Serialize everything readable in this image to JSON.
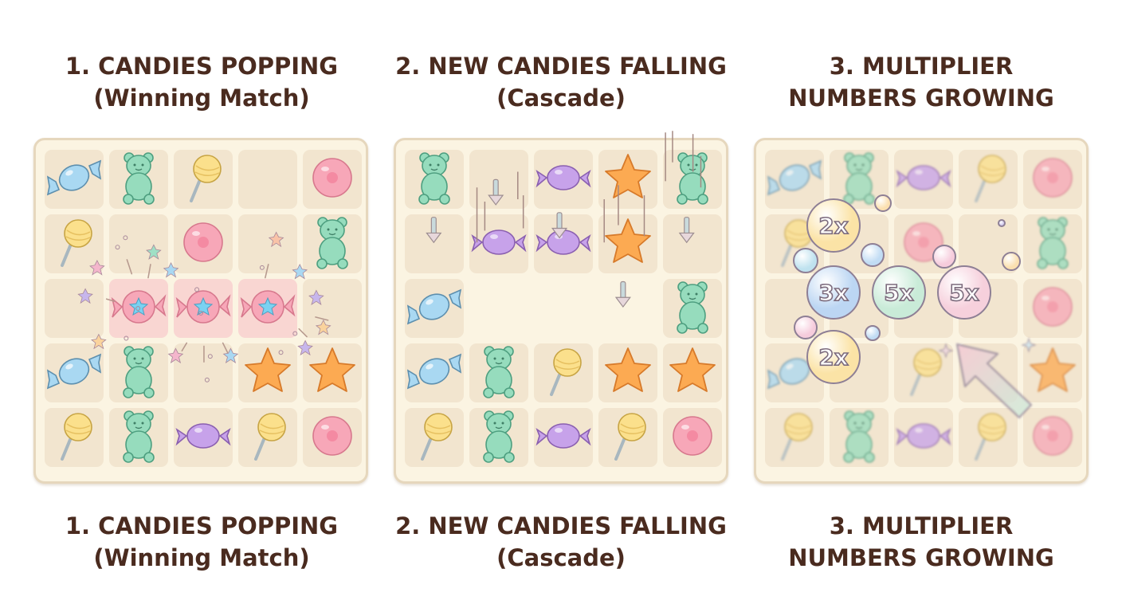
{
  "panels": [
    {
      "title_line1": "1. CANDIES POPPING",
      "title_line2": "(Winning Match)",
      "caption_line1": "1. CANDIES POPPING",
      "caption_line2": "(Winning Match)",
      "grid": [
        [
          "blue-wrapped",
          "green-bear",
          "yellow-lollipop",
          "empty",
          "pink-round"
        ],
        [
          "yellow-lollipop",
          "empty",
          "pink-round",
          "empty",
          "green-bear"
        ],
        [
          "empty",
          "pink-star-wrapped",
          "pink-star-wrapped",
          "pink-star-wrapped",
          "empty"
        ],
        [
          "blue-wrapped",
          "green-bear",
          "empty",
          "orange-star",
          "orange-star"
        ],
        [
          "yellow-lollipop",
          "green-bear",
          "purple-wrapped",
          "yellow-lollipop",
          "pink-round"
        ]
      ],
      "effect": "pop-burst"
    },
    {
      "title_line1": "2. NEW CANDIES FALLING",
      "title_line2": "(Cascade)",
      "caption_line1": "2. NEW CANDIES FALLING",
      "caption_line2": "(Cascade)",
      "grid": [
        [
          "green-bear",
          "empty",
          "purple-wrapped",
          "orange-star",
          "green-bear"
        ],
        [
          "empty",
          "purple-wrapped",
          "purple-wrapped",
          "orange-star",
          "empty"
        ],
        [
          "blue-wrapped",
          "blank",
          "blank",
          "blank",
          "green-bear"
        ],
        [
          "blue-wrapped",
          "green-bear",
          "yellow-lollipop",
          "orange-star",
          "orange-star"
        ],
        [
          "yellow-lollipop",
          "green-bear",
          "purple-wrapped",
          "yellow-lollipop",
          "pink-round"
        ]
      ],
      "effect": "down-arrows"
    },
    {
      "title_line1": "3. MULTIPLIER",
      "title_line2": "NUMBERS GROWING",
      "caption_line1": "3. MULTIPLIER",
      "caption_line2": "NUMBERS GROWING",
      "grid": [
        [
          "blue-wrapped",
          "green-bear",
          "purple-wrapped",
          "yellow-lollipop",
          "pink-round"
        ],
        [
          "yellow-lollipop",
          "empty",
          "pink-round",
          "empty",
          "green-bear"
        ],
        [
          "empty",
          "empty",
          "empty",
          "empty",
          "pink-round"
        ],
        [
          "blue-wrapped",
          "empty",
          "yellow-lollipop",
          "empty",
          "orange-star"
        ],
        [
          "yellow-lollipop",
          "green-bear",
          "purple-wrapped",
          "yellow-lollipop",
          "pink-round"
        ]
      ],
      "multipliers": [
        {
          "label": "2x",
          "color": "#fbe3a6"
        },
        {
          "label": "3x",
          "color": "#bcd6f3"
        },
        {
          "label": "5x",
          "color": "#c9ebd8"
        },
        {
          "label": "5x",
          "color": "#f6d0dc"
        },
        {
          "label": "2x",
          "color": "#fbe3a6"
        }
      ],
      "effect": "grow-arrow"
    }
  ],
  "colors": {
    "title": "#4a2b1f",
    "board_bg": "#fbf4e2",
    "cell_bg": "#f2e5cf",
    "highlight": "#f9d6d2"
  }
}
